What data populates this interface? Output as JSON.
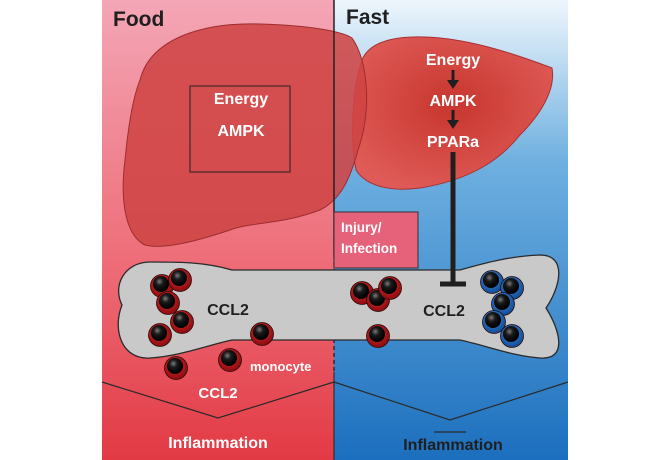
{
  "panels": {
    "left": {
      "heading": "Food"
    },
    "right": {
      "heading": "Fast"
    }
  },
  "food_liver": {
    "energy": "Energy",
    "ampk": "AMPK"
  },
  "fast_liver": {
    "energy": "Energy",
    "ampk": "AMPK",
    "ppar": "PPARa"
  },
  "injury_box": {
    "line1": "Injury/",
    "line2": "Infection"
  },
  "bone": {
    "left_label": "CCL2",
    "right_label": "CCL2"
  },
  "monocyte_label": "monocyte",
  "blood_label": "CCL2",
  "outcomes": {
    "left": "Inflammation",
    "right": "Inflammation"
  },
  "colors": {
    "food_bg": "#e8414e",
    "fast_bg": "#2f7fc4",
    "liver": "#d64a4a",
    "bone": "#c8c8c8",
    "monocyte_inflamed": "#c0161b",
    "monocyte_quiet": "#1f5fb0"
  }
}
